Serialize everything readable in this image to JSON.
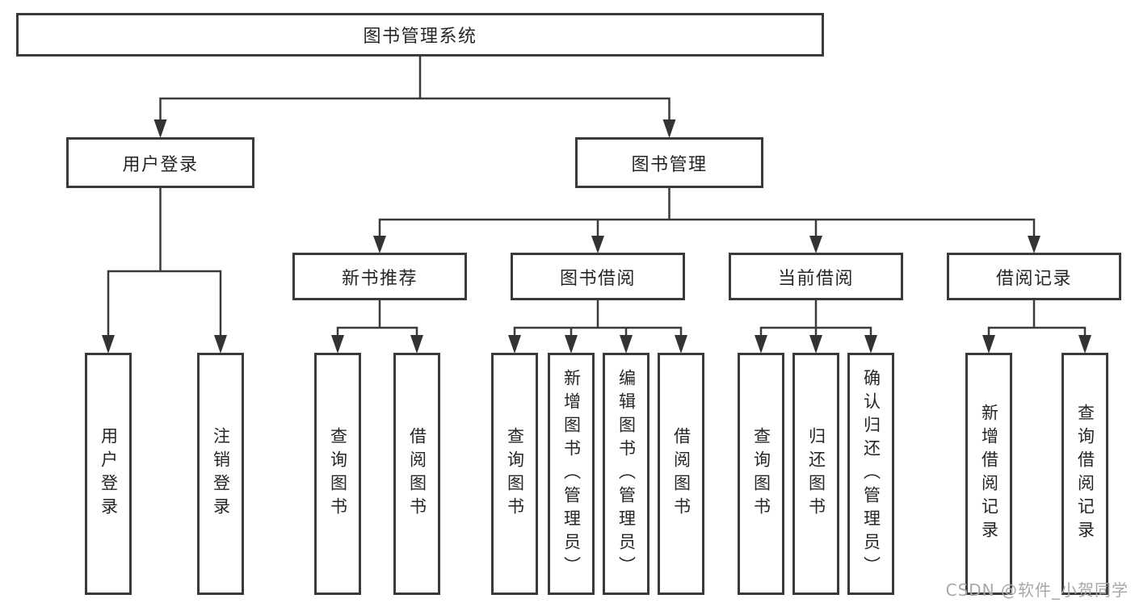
{
  "diagram": {
    "root": {
      "label": "图书管理系统"
    },
    "branches": [
      {
        "label": "用户登录",
        "children": [
          {
            "label": "用户登录"
          },
          {
            "label": "注销登录"
          }
        ]
      },
      {
        "label": "图书管理",
        "children": [
          {
            "label": "新书推荐",
            "children": [
              {
                "label": "查询图书"
              },
              {
                "label": "借阅图书"
              }
            ]
          },
          {
            "label": "图书借阅",
            "children": [
              {
                "label": "查询图书"
              },
              {
                "label": "新增图书（管理员）"
              },
              {
                "label": "编辑图书（管理员）"
              },
              {
                "label": "借阅图书"
              }
            ]
          },
          {
            "label": "当前借阅",
            "children": [
              {
                "label": "查询图书"
              },
              {
                "label": "归还图书"
              },
              {
                "label": "确认归还（管理员）"
              }
            ]
          },
          {
            "label": "借阅记录",
            "children": [
              {
                "label": "新增借阅记录"
              },
              {
                "label": "查询借阅记录"
              }
            ]
          }
        ]
      }
    ],
    "colors": {
      "line": "#3a3a3a",
      "text": "#262626",
      "watermark": "#a8a8a8",
      "background": "#ffffff"
    }
  },
  "watermark": {
    "text": "CSDN @软件_小贺同学"
  }
}
